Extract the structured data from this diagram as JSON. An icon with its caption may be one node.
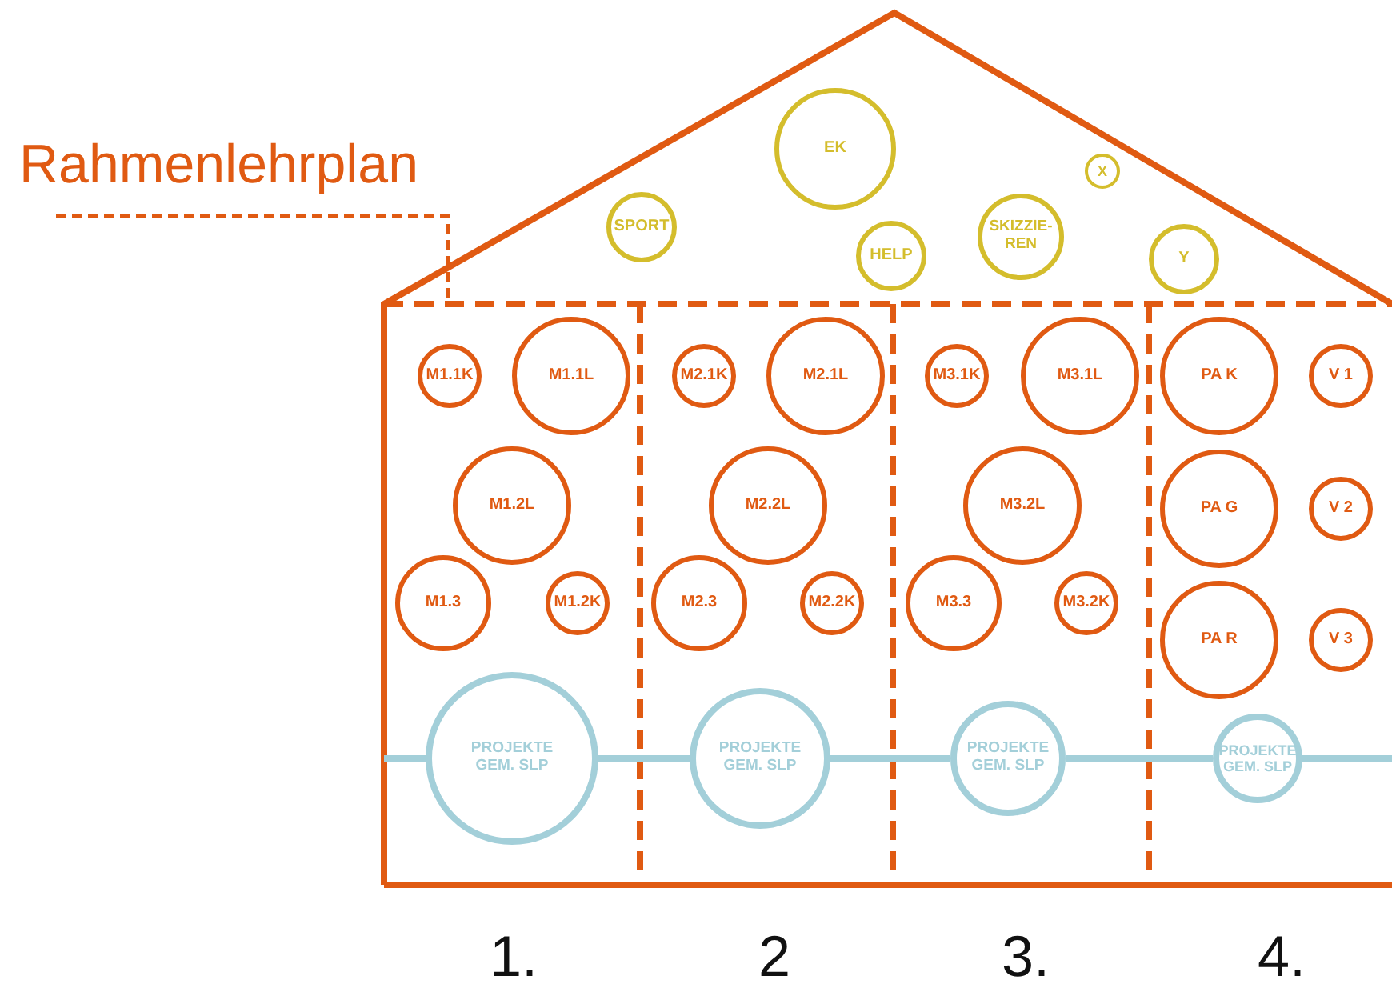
{
  "diagram": {
    "nodes": [
      {
        "text": [
          "Rahmenlehrplan"
        ]
      },
      {
        "text": [
          "SPORT"
        ]
      },
      {
        "text": [
          "EK"
        ]
      },
      {
        "text": [
          "HELP"
        ]
      },
      {
        "text": [
          "SKIZZIE-REN"
        ]
      },
      {
        "text": [
          "X"
        ]
      },
      {
        "text": [
          "Y"
        ]
      },
      {
        "text": [
          "M1.1K"
        ]
      },
      {
        "text": [
          "M1.1L"
        ]
      },
      {
        "text": [
          "M1.2L"
        ]
      },
      {
        "text": [
          "M1.3"
        ]
      },
      {
        "text": [
          "M1.2K"
        ]
      },
      {
        "text": [
          "M2.1K"
        ]
      },
      {
        "text": [
          "M2.1L"
        ]
      },
      {
        "text": [
          "M2.2L"
        ]
      },
      {
        "text": [
          "M2.3"
        ]
      },
      {
        "text": [
          "M2.2K"
        ]
      },
      {
        "text": [
          "M3.1K"
        ]
      },
      {
        "text": [
          "M3.1L"
        ]
      },
      {
        "text": [
          "M3.2L"
        ]
      },
      {
        "text": [
          "M3.3"
        ]
      },
      {
        "text": [
          "M3.2K"
        ]
      },
      {
        "text": [
          "PA K"
        ]
      },
      {
        "text": [
          "V 1"
        ]
      },
      {
        "text": [
          "PA G"
        ]
      },
      {
        "text": [
          "V 2"
        ]
      },
      {
        "text": [
          "PA R"
        ]
      },
      {
        "text": [
          "V 3"
        ]
      },
      {
        "text": [
          "PROJEKTE GEM. SLP"
        ]
      },
      {
        "text": [
          "PROJEKTE GEM. SLP"
        ]
      },
      {
        "text": [
          "PROJEKTE GEM. SLP"
        ]
      },
      {
        "text": [
          "PROJEKTE GEM. SLP"
        ]
      }
    ],
    "edges": [
      {
        "from": 0,
        "to": null,
        "arrow": "none",
        "style": "dashed",
        "color": "#e05a12"
      },
      {
        "from": null,
        "to": 28,
        "arrow": "none"
      },
      {
        "from": 28,
        "to": 29,
        "arrow": "none"
      },
      {
        "from": 29,
        "to": 30,
        "arrow": "none"
      },
      {
        "from": 30,
        "to": 31,
        "arrow": "none"
      },
      {
        "from": 31,
        "to": null,
        "arrow": "none"
      }
    ],
    "labels": [
      "1.",
      "2",
      "3.",
      "4."
    ]
  }
}
